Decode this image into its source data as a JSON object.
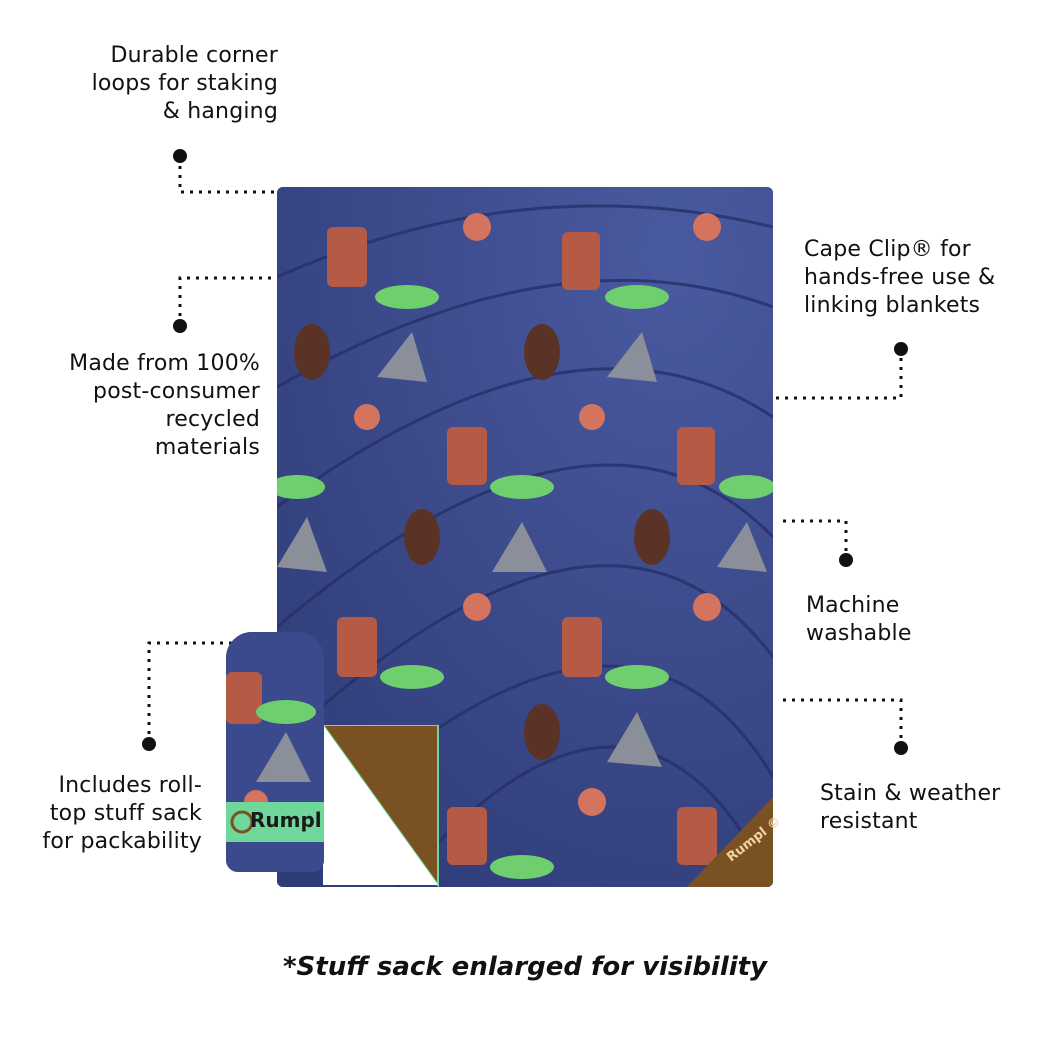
{
  "callouts": {
    "corner_loops": "Durable corner\nloops for staking\n& hanging",
    "recycled": "Made from 100%\npost-consumer\nrecycled\nmaterials",
    "stuff_sack": "Includes roll-\ntop stuff sack\nfor packability",
    "cape_clip": "Cape Clip® for\nhands-free use &\nlinking blankets",
    "machine_washable": "Machine\nwashable",
    "stain_resistant": "Stain & weather\nresistant"
  },
  "footer_note": "*Stuff sack enlarged for visibility",
  "brand": {
    "sack_label": "Rumpl",
    "blanket_corner_label": "Rumpl ©"
  },
  "colors": {
    "blanket_base": "#3a4a8c",
    "blanket_trim": "#6fd79a",
    "underside": "#7a5122",
    "sack_band": "#6fd79a"
  }
}
